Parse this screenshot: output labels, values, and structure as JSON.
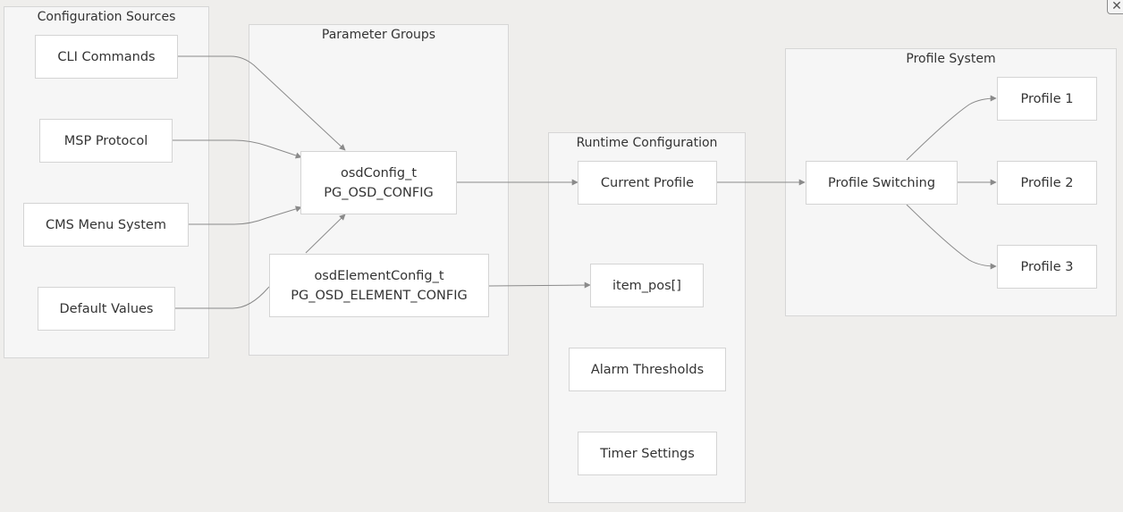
{
  "diagram": {
    "groups": {
      "config_sources": {
        "title": "Configuration Sources"
      },
      "parameter_groups": {
        "title": "Parameter Groups"
      },
      "runtime_config": {
        "title": "Runtime Configuration"
      },
      "profile_system": {
        "title": "Profile System"
      }
    },
    "nodes": {
      "cli_commands": "CLI Commands",
      "msp_protocol": "MSP Protocol",
      "cms_menu_system": "CMS Menu System",
      "default_values": "Default Values",
      "osd_config_line1": "osdConfig_t",
      "osd_config_line2": "PG_OSD_CONFIG",
      "osd_element_config_line1": "osdElementConfig_t",
      "osd_element_config_line2": "PG_OSD_ELEMENT_CONFIG",
      "current_profile": "Current Profile",
      "item_pos": "item_pos[]",
      "alarm_thresholds": "Alarm Thresholds",
      "timer_settings": "Timer Settings",
      "profile_switching": "Profile Switching",
      "profile_1": "Profile 1",
      "profile_2": "Profile 2",
      "profile_3": "Profile 3"
    },
    "edges": [
      {
        "from": "CLI Commands",
        "to": "osdConfig_t"
      },
      {
        "from": "MSP Protocol",
        "to": "osdConfig_t"
      },
      {
        "from": "CMS Menu System",
        "to": "osdConfig_t"
      },
      {
        "from": "Default Values",
        "to": "osdConfig_t"
      },
      {
        "from": "osdConfig_t",
        "to": "Current Profile"
      },
      {
        "from": "osdElementConfig_t",
        "to": "item_pos[]"
      },
      {
        "from": "Current Profile",
        "to": "Profile Switching"
      },
      {
        "from": "Profile Switching",
        "to": "Profile 1"
      },
      {
        "from": "Profile Switching",
        "to": "Profile 2"
      },
      {
        "from": "Profile Switching",
        "to": "Profile 3"
      }
    ]
  },
  "window": {
    "close_glyph": "✕"
  },
  "colors": {
    "background": "#efeeec",
    "group_fill": "#f6f6f6",
    "group_border": "#d6d6d6",
    "node_fill": "#ffffff",
    "node_border": "#d4d4d4",
    "edge": "#8a8a8a",
    "text": "#333333"
  }
}
